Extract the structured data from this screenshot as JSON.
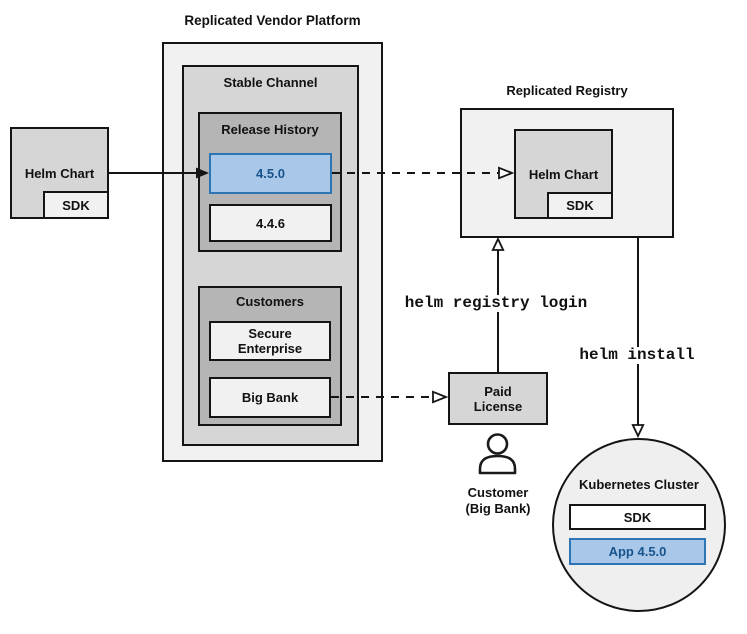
{
  "colors": {
    "canvas_bg": "#ffffff",
    "panel_light": "#f1f1f1",
    "panel_mid": "#d6d6d6",
    "panel_dark": "#b5b5b5",
    "box_white": "#ffffff",
    "line": "#141414",
    "release_highlight_bg": "#a9c7e8",
    "release_highlight_border": "#2e75b5",
    "release_highlight_text": "#17538c"
  },
  "vendor_platform": {
    "title": "Replicated Vendor Platform",
    "stable_channel": {
      "title": "Stable Channel",
      "release_history": {
        "title": "Release History",
        "releases": [
          {
            "version": "4.5.0",
            "highlighted": true
          },
          {
            "version": "4.4.6",
            "highlighted": false
          }
        ]
      },
      "customers": {
        "title": "Customers",
        "entries": [
          "Secure Enterprise",
          "Big Bank"
        ]
      }
    }
  },
  "source_chart": {
    "label": "Helm Chart",
    "sdk": "SDK"
  },
  "registry": {
    "title": "Replicated Registry",
    "chart_label": "Helm Chart",
    "sdk": "SDK"
  },
  "paid_license": {
    "label": "Paid License"
  },
  "customer": {
    "label": "Customer (Big Bank)"
  },
  "cluster": {
    "title": "Kubernetes Cluster",
    "sdk": "SDK",
    "app": "App 4.5.0"
  },
  "commands": {
    "registry_login": "helm registry login",
    "install": "helm install"
  }
}
